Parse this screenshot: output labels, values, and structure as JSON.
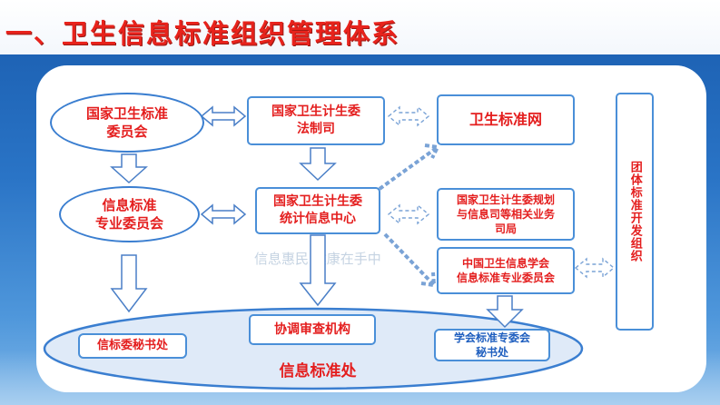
{
  "title": "一、卫生信息标准组织管理体系",
  "watermark": "信息惠民·健康在手中",
  "nodes": {
    "national_committee": {
      "line1": "国家卫生标准",
      "line2": "委员会"
    },
    "legal_dept": {
      "line1": "国家卫生计生委",
      "line2": "法制司"
    },
    "standards_web": {
      "label": "卫生标准网"
    },
    "info_committee": {
      "line1": "信息标准",
      "line2": "专业委员会"
    },
    "stats_center": {
      "line1": "国家卫生计生委",
      "line2": "统计信息中心"
    },
    "planning_dept": {
      "line1": "国家卫生计生委规划",
      "line2": "与信息司等相关业务",
      "line3": "司局"
    },
    "association": {
      "line1": "中国卫生信息学会",
      "line2": "信息标准专业委员会"
    },
    "group_org": {
      "label": "团体标准开发组织"
    },
    "secretariat": {
      "label": "信标委秘书处"
    },
    "coordination": {
      "label": "协调审查机构"
    },
    "assoc_secretariat": {
      "line1": "学会标准专委会",
      "line2": "秘书处"
    },
    "info_standards_dept": {
      "label": "信息标准处"
    }
  },
  "colors": {
    "title_red": "#e8231c",
    "node_red": "#e41e1e",
    "node_blue": "#1f5fbf",
    "border_blue": "#4a8fd8",
    "band_blue": "#2a74c6"
  }
}
